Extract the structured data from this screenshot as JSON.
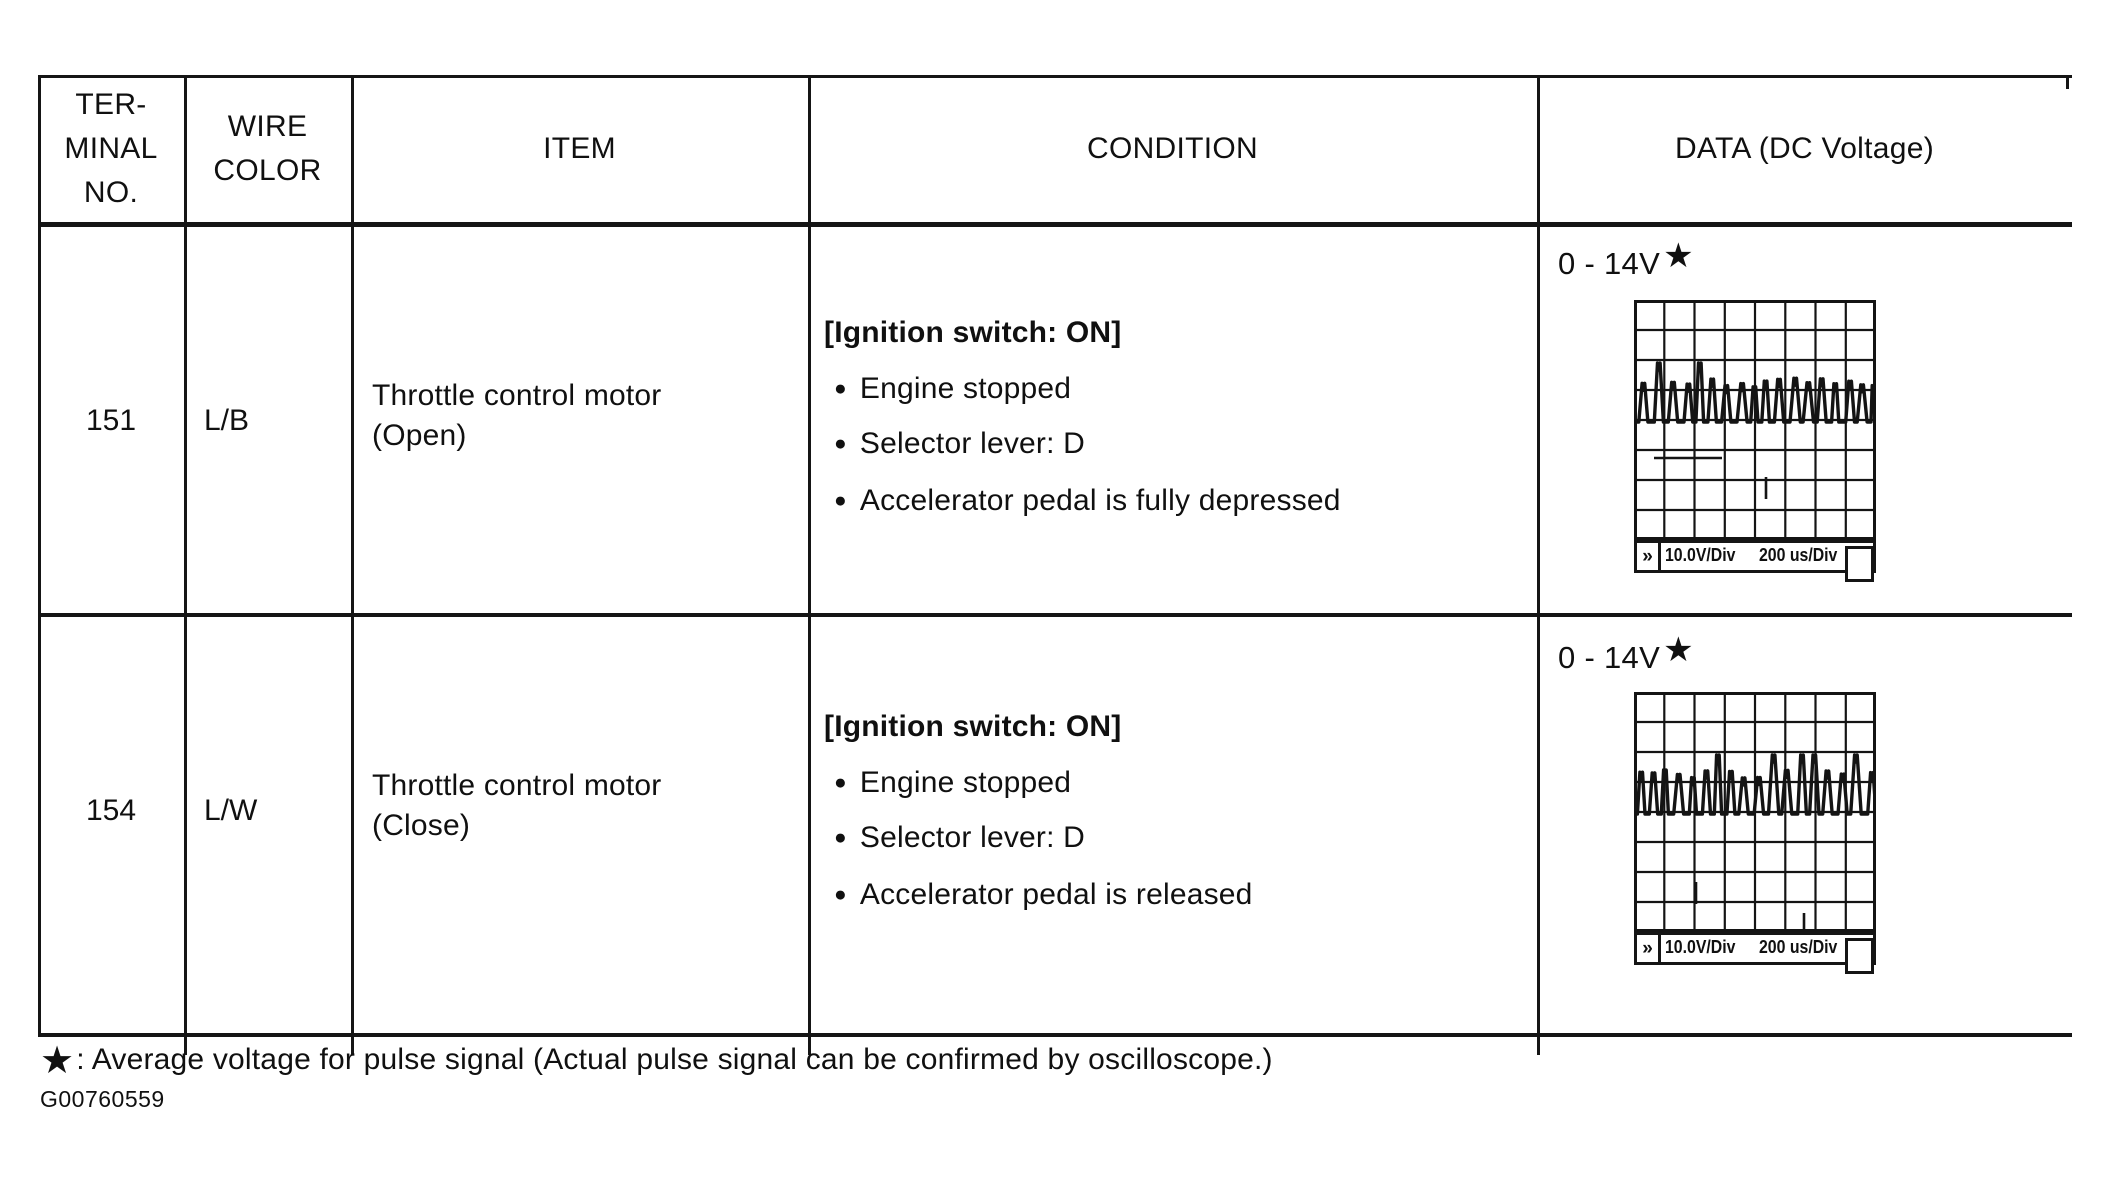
{
  "glyphs": {
    "star": "★",
    "bullet": "●",
    "scope_arrow": "»"
  },
  "table": {
    "header": {
      "terminal": [
        "TER-",
        "MINAL",
        "NO."
      ],
      "wire": [
        "WIRE",
        "COLOR"
      ],
      "item": "ITEM",
      "condition": "CONDITION",
      "data": "DATA (DC Voltage)"
    },
    "rows": [
      {
        "terminal_no": "151",
        "wire_color": "L/B",
        "item": [
          "Throttle control motor",
          "(Open)"
        ],
        "condition_header": "[Ignition switch: ON]",
        "conditions": [
          "Engine stopped",
          "Selector lever: D",
          "Accelerator pedal is fully depressed"
        ],
        "data_voltage_range": "0 - 14V",
        "scope": {
          "v_per_div": "10.0V/Div",
          "t_per_div": "200 us/Div",
          "grid_cols": 8,
          "grid_rows": 8,
          "wave": {
            "type": "pulse-train",
            "baseline_div": 4,
            "pulse_top_div": 2.6,
            "spike_top_div": 2.1,
            "seed": 11
          }
        }
      },
      {
        "terminal_no": "154",
        "wire_color": "L/W",
        "item": [
          "Throttle control motor",
          "(Close)"
        ],
        "condition_header": "[Ignition switch: ON]",
        "conditions": [
          "Engine stopped",
          "Selector lever: D",
          "Accelerator pedal is released"
        ],
        "data_voltage_range": "0 - 14V",
        "scope": {
          "v_per_div": "10.0V/Div",
          "t_per_div": "200 us/Div",
          "grid_cols": 8,
          "grid_rows": 8,
          "wave": {
            "type": "pulse-train",
            "baseline_div": 4,
            "pulse_top_div": 2.6,
            "spike_top_div": 2.1,
            "seed": 29
          }
        }
      }
    ]
  },
  "footnote": {
    "text": ": Average voltage for pulse signal (Actual pulse signal can be confirmed by oscilloscope.)"
  },
  "figure_id": "G00760559"
}
